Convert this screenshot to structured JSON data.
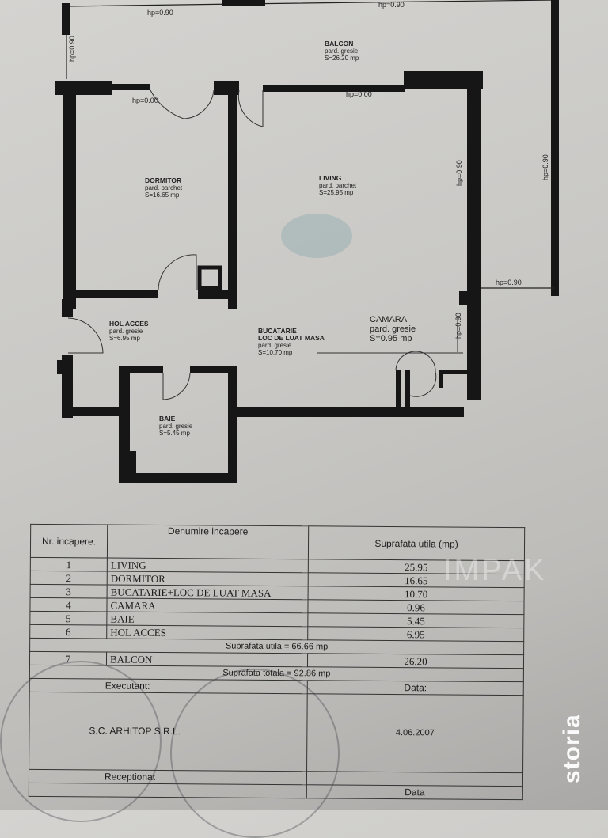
{
  "plan": {
    "rooms": {
      "balcon": {
        "name": "BALCON",
        "floor": "pard. gresie",
        "area": "S=26.20 mp"
      },
      "dormitor": {
        "name": "DORMITOR",
        "floor": "pard. parchet",
        "area": "S=16.65 mp"
      },
      "living": {
        "name": "LIVING",
        "floor": "pard. parchet",
        "area": "S=25.95 mp"
      },
      "hol": {
        "name": "HOL ACCES",
        "floor": "pard. gresie",
        "area": "S=6.95 mp"
      },
      "bucatarie": {
        "name": "BUCATARIE",
        "name2": "LOC DE LUAT MASA",
        "floor": "pard. gresie",
        "area": "S=10.70 mp"
      },
      "camara": {
        "name": "CAMARA",
        "floor": "pard. gresie",
        "area": "S=0.95 mp"
      },
      "baie": {
        "name": "BAIE",
        "floor": "pard. gresie",
        "area": "S=5.45 mp"
      }
    },
    "heights": {
      "top_left": "hp=0.90",
      "top_right": "hp=0.90",
      "left": "hp=0.90",
      "dormitor_window": "hp=0.00",
      "living_window": "hp=0.00",
      "living_right": "hp=0.90",
      "balcon_right": "hp=0.90",
      "balcon_bottom_right": "hp=0.90",
      "camara_right": "hp=0.90"
    }
  },
  "table": {
    "headers": {
      "nr": "Nr. incapere.",
      "name": "Denumire incapere",
      "area": "Suprafata utila (mp)"
    },
    "rows": [
      {
        "nr": "1",
        "name": "LIVING",
        "area": "25.95"
      },
      {
        "nr": "2",
        "name": "DORMITOR",
        "area": "16.65"
      },
      {
        "nr": "3",
        "name": "BUCATARIE+LOC DE LUAT MASA",
        "area": "10.70"
      },
      {
        "nr": "4",
        "name": "CAMARA",
        "area": "0.96"
      },
      {
        "nr": "5",
        "name": "BAIE",
        "area": "5.45"
      },
      {
        "nr": "6",
        "name": "HOL ACCES",
        "area": "6.95"
      }
    ],
    "useful_total": "Suprafata utila = 66.66 mp",
    "balcony_row": {
      "nr": "7",
      "name": "BALCON",
      "area": "26.20"
    },
    "grand_total": "Suprafata totala = 92.86 mp",
    "executant_label": "Executant:",
    "date_label": "Data:",
    "company": "S.C. ARHITOP S.R.L.",
    "date": "4.06.2007",
    "receptionat_label": "Receptionat",
    "date_label2": "Data"
  },
  "watermark": "IMPAK",
  "logo": "storia",
  "colors": {
    "wall": "#161616",
    "paper": "#cbcac7",
    "logo": "#ffffff"
  }
}
